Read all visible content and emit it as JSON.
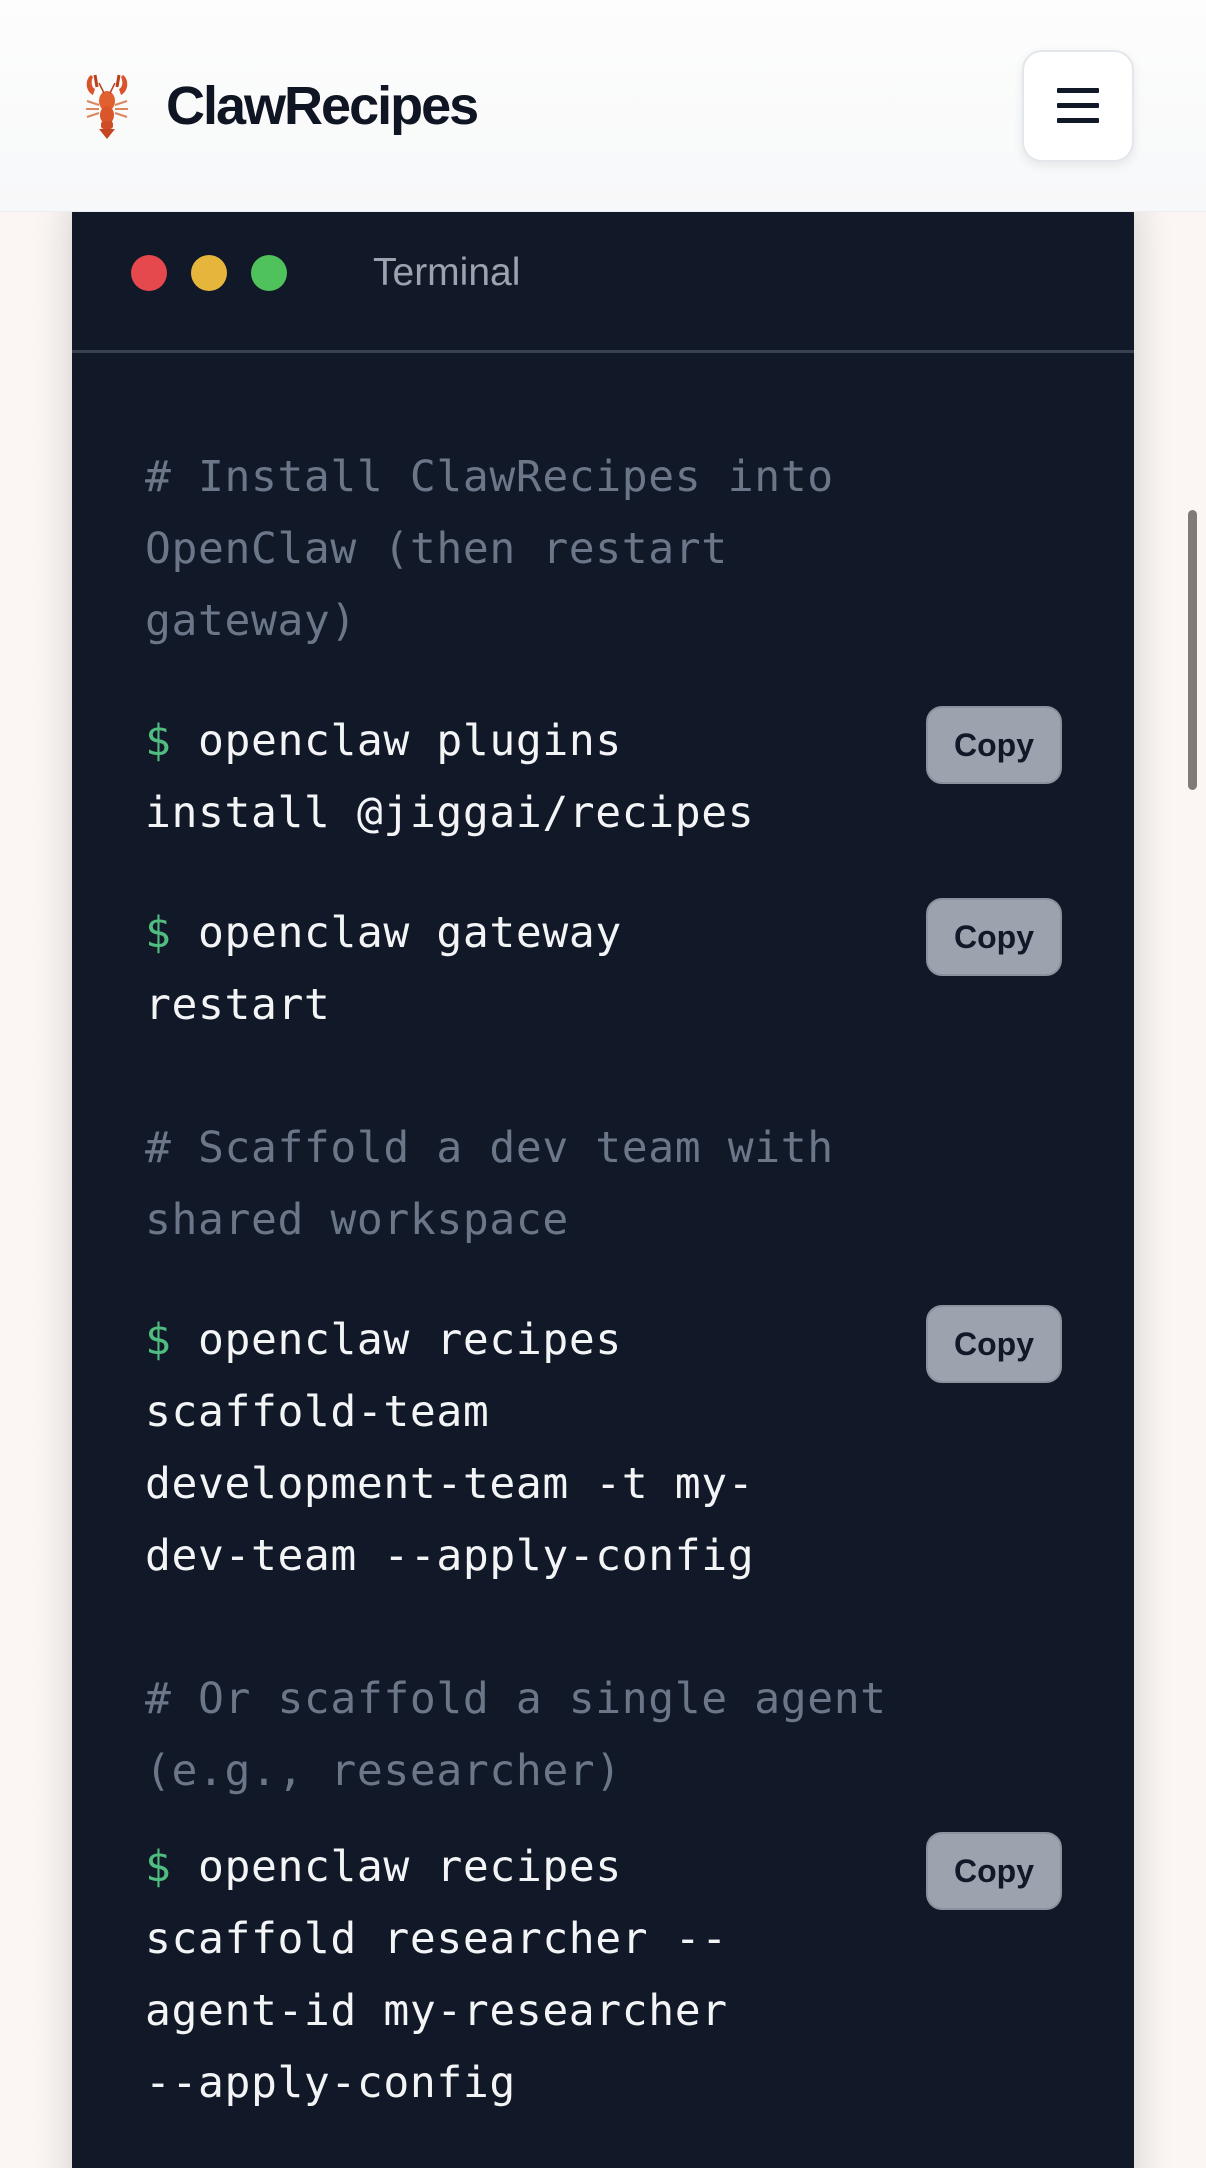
{
  "header": {
    "logo_icon": "lobster-icon",
    "logo_glyph": "🦞",
    "brand_name": "ClawRecipes",
    "menu_icon": "hamburger-menu-icon"
  },
  "terminal": {
    "title": "Terminal",
    "window_dots": [
      {
        "name": "close",
        "color": "#e5484d"
      },
      {
        "name": "minimize",
        "color": "#e6b53c"
      },
      {
        "name": "maximize",
        "color": "#4fc25c"
      }
    ],
    "colors": {
      "background": "#111827",
      "comment": "#6b7789",
      "command": "#f3f4f6",
      "prompt": "#4fbd7f",
      "copy_button_bg": "#9ca3af"
    },
    "blocks": [
      {
        "type": "comment",
        "text": "# Install ClawRecipes into OpenClaw (then restart gateway)"
      },
      {
        "type": "command",
        "prompt": "$",
        "text": "openclaw plugins install @jiggai/recipes",
        "copy_label": "Copy"
      },
      {
        "type": "command",
        "prompt": "$",
        "text": "openclaw gateway restart",
        "copy_label": "Copy"
      },
      {
        "type": "comment",
        "text": "# Scaffold a dev team with shared workspace"
      },
      {
        "type": "command",
        "prompt": "$",
        "text": "openclaw recipes scaffold-team development-team -t my-dev-team --apply-config",
        "copy_label": "Copy"
      },
      {
        "type": "comment",
        "text": "# Or scaffold a single agent (e.g., researcher)"
      },
      {
        "type": "command",
        "prompt": "$",
        "text": "openclaw recipes scaffold researcher --agent-id my-researcher --apply-config",
        "copy_label": "Copy"
      }
    ],
    "display_lines": {
      "c1": "# Install ClawRecipes into\nOpenClaw (then restart\ngateway)",
      "cmd1": "openclaw plugins\ninstall @jiggai/recipes",
      "cmd2": "openclaw gateway\nrestart",
      "c2": "# Scaffold a dev team with\nshared workspace",
      "cmd3": "openclaw recipes\nscaffold-team\ndevelopment-team -t my-\ndev-team --apply-config",
      "c3": "# Or scaffold a single agent\n(e.g., researcher)",
      "cmd4": "openclaw recipes\nscaffold researcher --\nagent-id my-researcher\n--apply-config"
    }
  }
}
